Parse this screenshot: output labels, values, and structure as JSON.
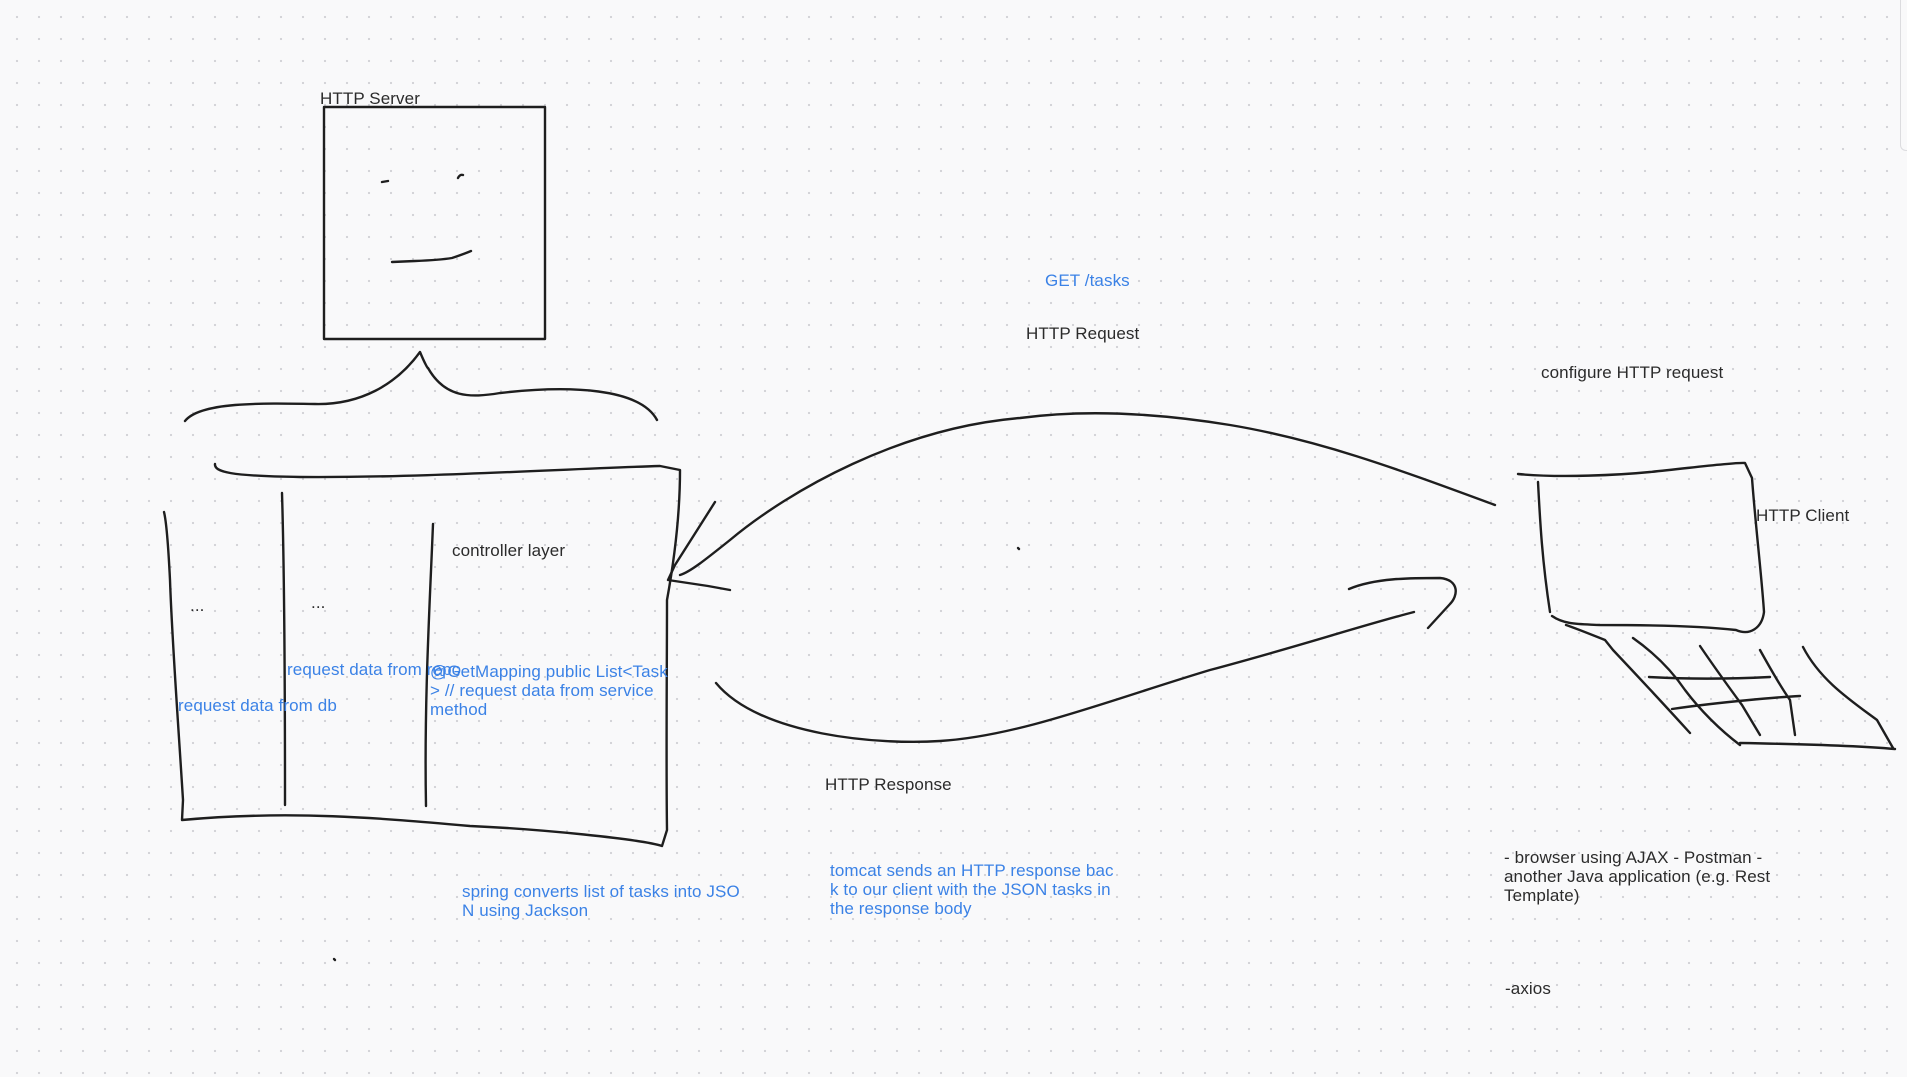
{
  "canvas": {
    "background": "#f9f9fa",
    "dot_color": "#d4d4d8",
    "ink_color": "#1e1e1e",
    "text_color": "#2b2b2b",
    "note_color": "#3b82e6"
  },
  "server": {
    "title": "HTTP Server",
    "controller_label": "controller layer",
    "column_one_ellipsis": "...",
    "column_two_ellipsis": "...",
    "column_one_note": "request data   from   db",
    "column_two_note": "request data from repo",
    "controller_note": "@GetMapping public List<Task> // request data from service method"
  },
  "request": {
    "endpoint": "GET /tasks",
    "label": "HTTP Request"
  },
  "response": {
    "label": "HTTP Response",
    "spring_note": "spring converts list of tasks into JSON using Jackson",
    "tomcat_note": "tomcat sends an HTTP response back to our client with the JSON tasks in the response body"
  },
  "client": {
    "title": "HTTP Client",
    "configure_note": "configure HTTP request",
    "examples_note": "- browser using AJAX - Postman - another Java application (e.g. Rest Template)",
    "axios_note": "-axios"
  }
}
